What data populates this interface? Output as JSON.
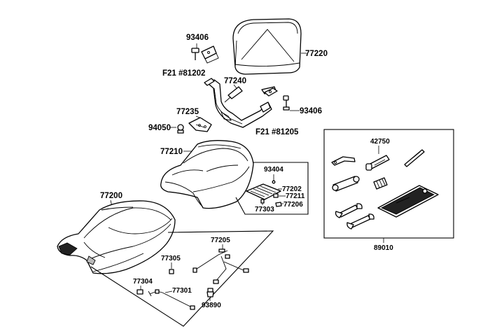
{
  "labels": {
    "p93406_top": "93406",
    "p77220": "77220",
    "f21_81202": "F21 #81202",
    "p77240": "77240",
    "p77235": "77235",
    "p93406_right": "93406",
    "p94050": "94050",
    "f21_81205": "F21 #81205",
    "p77210": "77210",
    "p93404": "93404",
    "p77202": "77202",
    "p77211": "77211",
    "p77206": "77206",
    "p77303": "77303",
    "p42750": "42750",
    "p89010": "89010",
    "p77200": "77200",
    "p77205": "77205",
    "p77305": "77305",
    "p77304": "77304",
    "p77301": "77301",
    "p93890": "93890"
  }
}
